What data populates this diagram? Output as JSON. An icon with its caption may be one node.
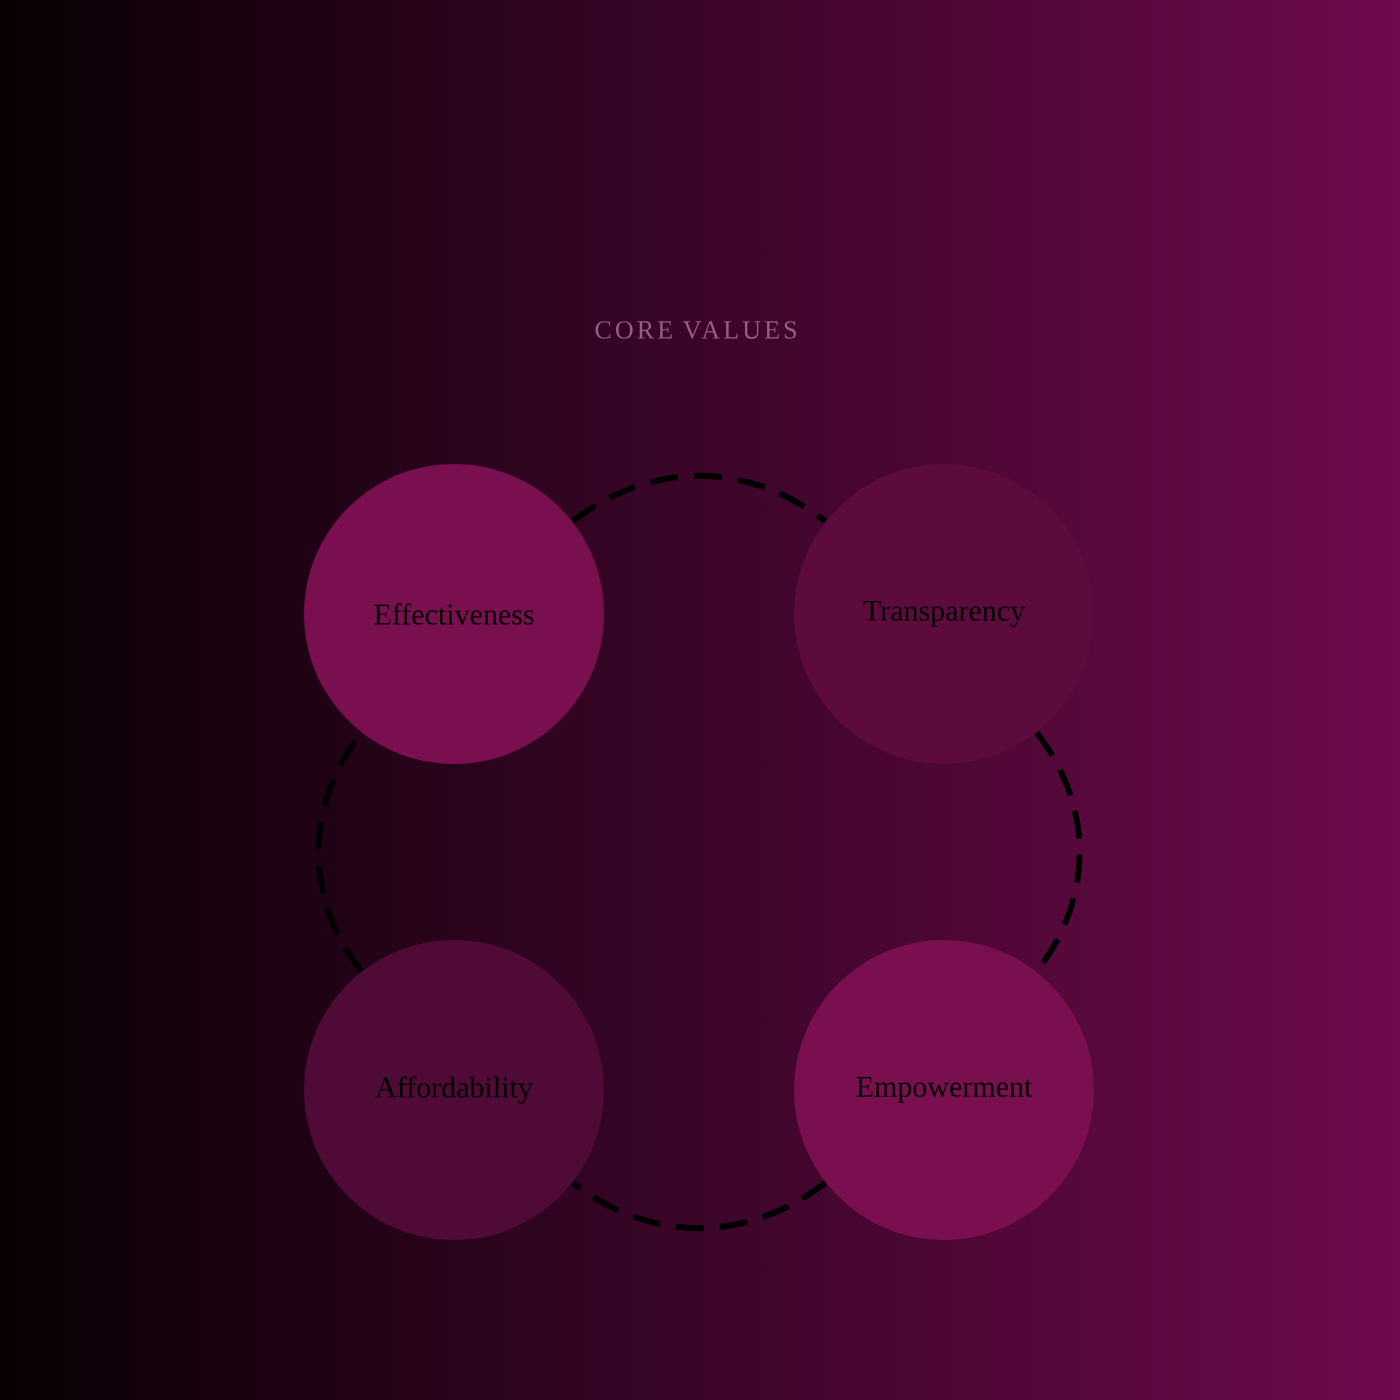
{
  "diagram": {
    "nodes": [
      {
        "text": [
          "Effectiveness"
        ]
      },
      {
        "text": [
          "Transparency"
        ]
      },
      {
        "text": [
          "Affordability"
        ]
      },
      {
        "text": [
          "Empowerment"
        ]
      }
    ],
    "edges": [
      {
        "from": 0,
        "to": 1,
        "arrow": "none",
        "style": "dashed"
      },
      {
        "from": 1,
        "to": 3,
        "arrow": "none",
        "style": "dashed"
      },
      {
        "from": 3,
        "to": 2,
        "arrow": "none",
        "style": "dashed"
      },
      {
        "from": 2,
        "to": 0,
        "arrow": "none",
        "style": "dashed"
      }
    ],
    "labels": [
      "CORE VALUES"
    ]
  }
}
